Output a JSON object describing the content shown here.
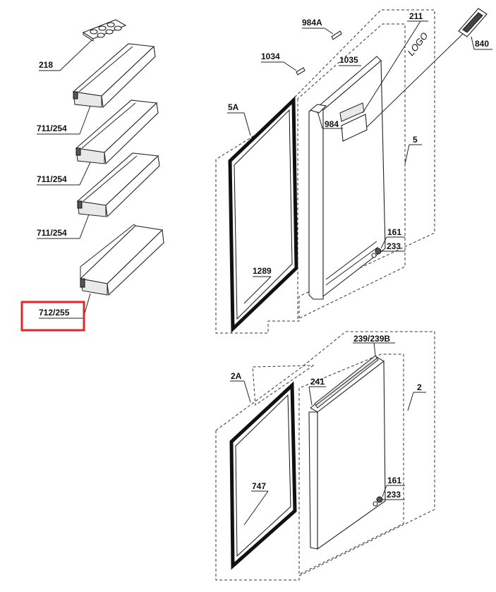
{
  "labels": {
    "tray": "218",
    "shelf_1": "711/254",
    "shelf_2": "711/254",
    "shelf_3": "711/254",
    "bottle_shelf": "712/255",
    "hinge_cover_a": "984A",
    "pin": "1034",
    "upper_door": "1035",
    "upper_door_assy": "5",
    "upper_gasket_assy": "5A",
    "upper_gasket": "1289",
    "logo_part": "211",
    "display_panel": "840",
    "handle_insert": "984",
    "hinge_upper": "161",
    "cap_upper": "233",
    "lower_door_assy": "2",
    "lower_gasket_assy": "2A",
    "lower_gasket": "747",
    "lower_cap": "239/239B",
    "lower_hinge_cover": "241",
    "hinge_lower": "161",
    "cap_lower": "233"
  },
  "logo_text": "LOGO",
  "highlight": {
    "label": "712/255",
    "color": "#e3262e"
  }
}
